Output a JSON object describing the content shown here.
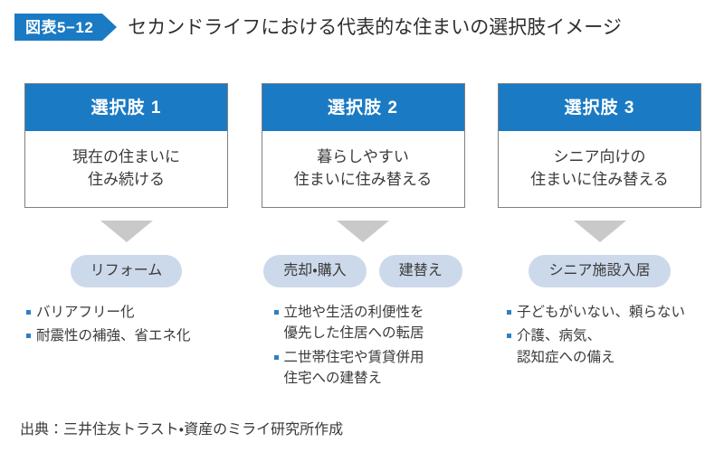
{
  "header": {
    "figure_tag": "図表5−12",
    "title": "セカンドライフにおける代表的な住まいの選択肢イメージ",
    "tag_color": "#1b7ac4"
  },
  "colors": {
    "header_blue": "#1b7ac4",
    "pill_blue": "#ccd9ea",
    "arrow_gray": "#c9c9c9",
    "card_border": "#808080",
    "bullet_marker": "#2f7fc1",
    "text": "#3a3a3a"
  },
  "columns": [
    {
      "card_head": "選択肢 1",
      "card_body": "現在の住まいに\n住み続ける",
      "arrow": "down-arrow",
      "pills": [
        "リフォーム"
      ],
      "bullets": [
        "バリアフリー化",
        "耐震性の補強、省エネ化"
      ]
    },
    {
      "card_head": "選択肢 2",
      "card_body": "暮らしやすい\n住まいに住み替える",
      "arrow": "down-arrow",
      "pills": [
        "売却・購入",
        "建替え"
      ],
      "bullets": [
        "立地や生活の利便性を\n優先した住居への転居",
        "二世帯住宅や賃貸併用\n住宅への建替え"
      ]
    },
    {
      "card_head": "選択肢 3",
      "card_body": "シニア向けの\n住まいに住み替える",
      "arrow": "down-arrow",
      "pills": [
        "シニア施設入居"
      ],
      "bullets": [
        "子どもがいない、頼らない",
        "介護、病気、\n認知症への備え"
      ]
    }
  ],
  "source": "出典：三井住友トラスト・資産のミライ研究所作成"
}
